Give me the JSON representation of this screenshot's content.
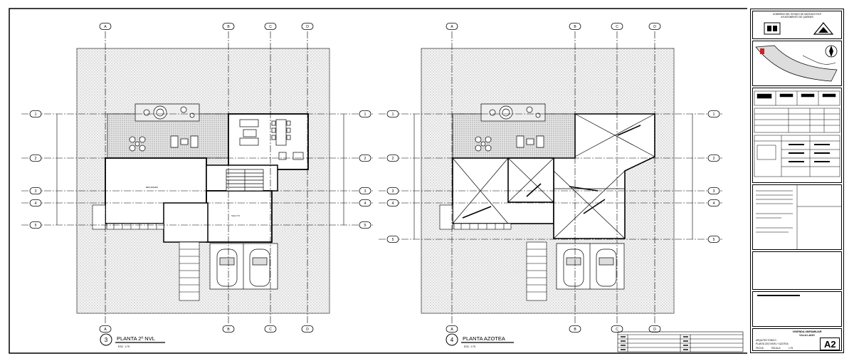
{
  "drawing": {
    "left_plan": {
      "title": "PLANTA 2º NVL",
      "scale": "ESC. 1:75",
      "number": "3"
    },
    "right_plan": {
      "title": "PLANTA AZOTEA",
      "scale": "ESC. 1:75",
      "number": "4"
    },
    "axes_vertical": [
      "A",
      "B",
      "C",
      "D"
    ],
    "axes_horizontal": [
      "1",
      "2",
      "3",
      "4",
      "5"
    ]
  },
  "title_block": {
    "government": "GOBIERNO DEL ESTADO DE SANTIAGO RCP",
    "municipality": "AYUNTAMIENTO DE QUERARI",
    "project_type": "VIVIENDA UNIFAMILIAR",
    "project_name": "VILLA LAGO",
    "sheet_content": "PLANTA 2DO NIVEL Y AZOTEA",
    "sheet_code": "A2",
    "discipline": "ARQUITECTONICO",
    "date_label": "FECHA",
    "scale_label": "ESCALA",
    "scale_value": "1:75"
  },
  "colors": {
    "line": "#000000",
    "hatch": "#bdbdbd",
    "site_red": "#cc2222"
  }
}
